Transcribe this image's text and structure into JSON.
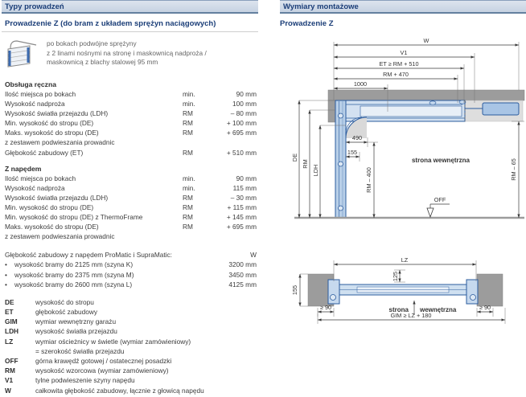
{
  "left": {
    "header": "Typy prowadzeń",
    "subheader": "Prowadzenie Z (do bram z układem sprężyn naciągowych)",
    "intro_lines": [
      "po bokach podwójne sprężyny",
      "z 2 linami nośnymi na stronę i maskownicą nadproża /",
      "maskownicą z blachy stalowej 95 mm"
    ],
    "manual": {
      "title": "Obsługa ręczna",
      "rows": [
        {
          "label": "Ilość miejsca po bokach",
          "qual": "min.",
          "value": "90 mm"
        },
        {
          "label": "Wysokość nadproża",
          "qual": "min.",
          "value": "100 mm"
        },
        {
          "label": "Wysokość światła przejazdu (LDH)",
          "qual": "RM",
          "value": "– 80 mm"
        },
        {
          "label": "Min. wysokość do stropu (DE)",
          "qual": "RM",
          "value": "+ 100 mm"
        },
        {
          "label": "Maks. wysokość do stropu (DE)",
          "qual": "RM",
          "value": "+ 695 mm"
        },
        {
          "label": "z zestawem podwieszania prowadnic",
          "qual": "",
          "value": ""
        },
        {
          "label": "Głębokość zabudowy (ET)",
          "qual": "RM",
          "value": "+ 510 mm"
        }
      ]
    },
    "powered": {
      "title": "Z napędem",
      "rows": [
        {
          "label": "Ilość miejsca po bokach",
          "qual": "min.",
          "value": "90 mm"
        },
        {
          "label": "Wysokość nadproża",
          "qual": "min.",
          "value": "115 mm"
        },
        {
          "label": "Wysokość światła przejazdu (LDH)",
          "qual": "RM",
          "value": "– 30 mm"
        },
        {
          "label": "Min. wysokość do stropu (DE)",
          "qual": "RM",
          "value": "+ 115 mm"
        },
        {
          "label": "Min. wysokość do stropu (DE) z ThermoFrame",
          "qual": "RM",
          "value": "+ 145 mm"
        },
        {
          "label": "Maks. wysokość do stropu (DE)",
          "qual": "RM",
          "value": "+ 695 mm"
        },
        {
          "label": "z zestawem podwieszania prowadnic",
          "qual": "",
          "value": ""
        }
      ]
    },
    "depth": {
      "label": "Głębokość zabudowy z napędem ProMatic i SupraMatic:",
      "unit": "W",
      "bullet": "•",
      "items": [
        {
          "label": "wysokość bramy do 2125 mm (szyna K)",
          "value": "3200 mm"
        },
        {
          "label": "wysokość bramy do 2375 mm (szyna M)",
          "value": "3450 mm"
        },
        {
          "label": "wysokość bramy do 2600 mm (szyna L)",
          "value": "4125 mm"
        }
      ]
    },
    "legend": [
      {
        "key": "DE",
        "desc": "wysokość do stropu"
      },
      {
        "key": "ET",
        "desc": "głębokość zabudowy"
      },
      {
        "key": "GIM",
        "desc": "wymiar wewnętrzny garażu"
      },
      {
        "key": "LDH",
        "desc": "wysokość światła przejazdu"
      },
      {
        "key": "LZ",
        "desc": "wymiar ościeżnicy w świetle (wymiar zamówieniowy)",
        "desc2": "= szerokość światła przejazdu"
      },
      {
        "key": "OFF",
        "desc": "górna krawędź gotowej / ostatecznej posadzki"
      },
      {
        "key": "RM",
        "desc": "wysokość wzorcowa (wymiar zamówieniowy)"
      },
      {
        "key": "V1",
        "desc": "tylne podwieszenie szyny napędu"
      },
      {
        "key": "W",
        "desc": "całkowita głębokość zabudowy, łącznie z głowicą napędu"
      }
    ]
  },
  "right": {
    "header": "Wymiary montażowe",
    "subheader": "Prowadzenie Z",
    "side_view": {
      "dim_w": "W",
      "dim_v1": "V1",
      "dim_et": "ET ≥ RM + 510",
      "dim_rm470": "RM + 470",
      "dim_1000": "1000",
      "dim_490": "490",
      "dim_155": "155",
      "dim_de": "DE",
      "dim_rm": "RM",
      "dim_ldh": "LDH",
      "dim_rm400": "RM – 400",
      "dim_rm65": "RM – 65",
      "off_label": "OFF",
      "inner_label": "strona wewnętrzna"
    },
    "plan_view": {
      "dim_lz": "LZ",
      "dim_125": "125",
      "dim_155": "155",
      "dim_90_left": "≥ 90",
      "dim_90_right": "≥ 90",
      "dim_gim": "GIM ≥ LZ + 180",
      "inner_label_left": "strona",
      "inner_label_right": "wewnętrzna"
    },
    "colors": {
      "navy_heading": "#1b3e78",
      "drawing_blue": "#2b5c9e",
      "wall_gray": "#9c9c9c",
      "header_bar_bg": "#c6d2e2"
    }
  }
}
